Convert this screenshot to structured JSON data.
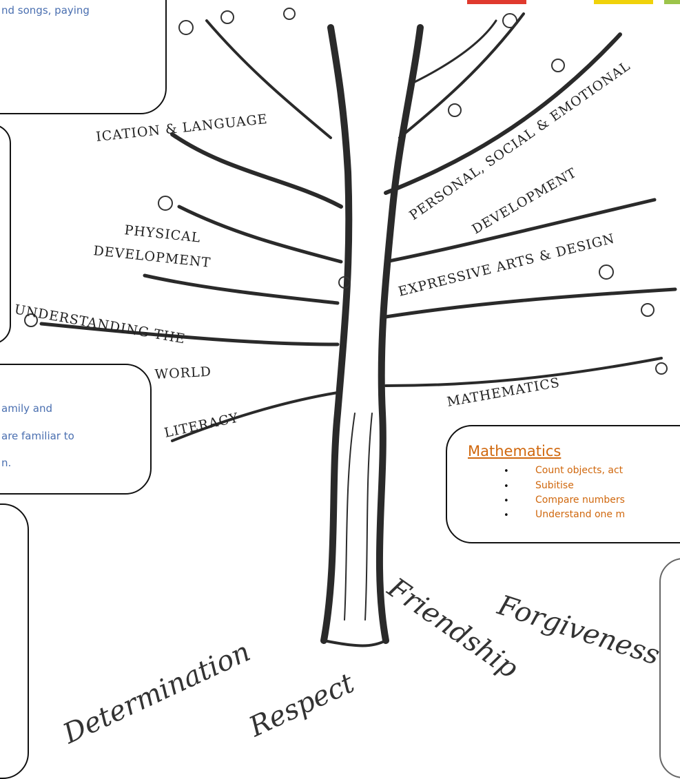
{
  "top_card": {
    "text_line1": "nd songs, paying"
  },
  "mid_card": {
    "line1": "amily and",
    "line2": "are familiar to",
    "line3": "n."
  },
  "math_card": {
    "title": "Mathematics",
    "items": [
      "Count objects, act",
      "Subitise",
      "Compare numbers",
      "Understand one m"
    ]
  },
  "tree_labels": {
    "communication": "ICATION & LANGUAGE",
    "psed_line1": "PERSONAL, SOCIAL & EMOTIONAL",
    "psed_line2": "DEVELOPMENT",
    "physical_line1": "PHYSICAL",
    "physical_line2": "DEVELOPMENT",
    "expressive": "EXPRESSIVE ARTS & DESIGN",
    "understanding_line1": "UNDERSTANDING THE",
    "understanding_line2": "WORLD",
    "mathematics": "MATHEMATICS",
    "literacy": "LITERACY"
  },
  "roots": {
    "determination": "Determination",
    "respect": "Respect",
    "friendship": "Friendship",
    "forgiveness": "Forgiveness"
  },
  "colors": {
    "card_text_blue": "#4a6fb0",
    "math_orange": "#d0680e",
    "ink": "#222222"
  }
}
